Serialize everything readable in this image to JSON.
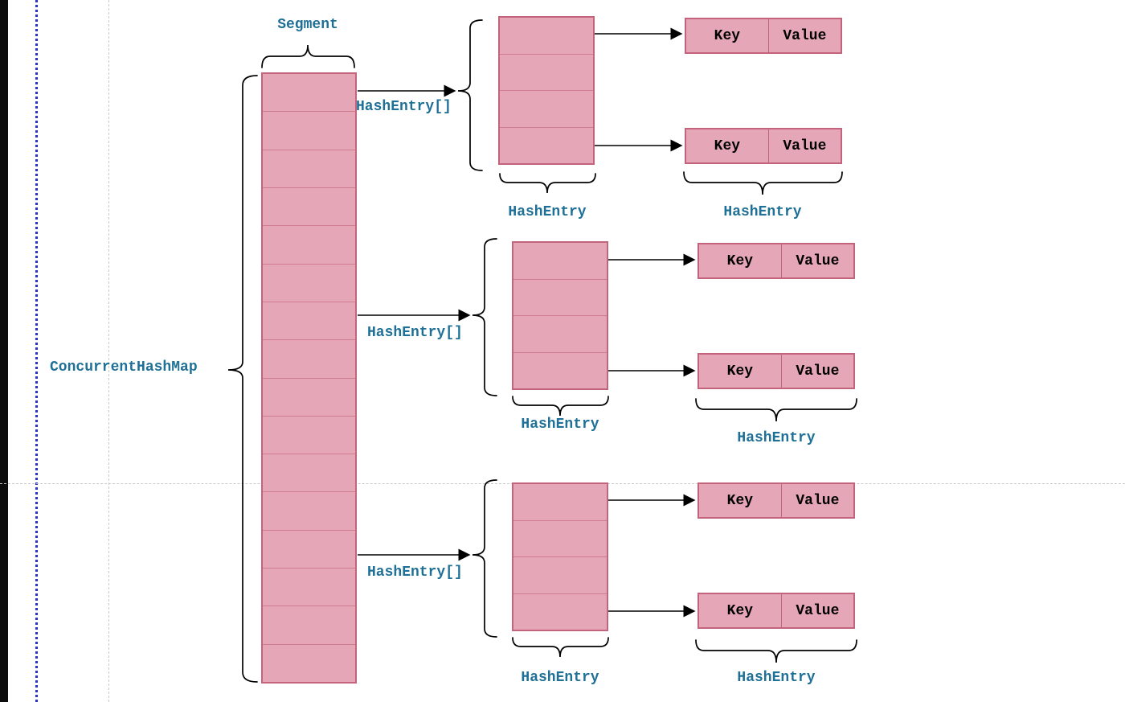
{
  "diagram": {
    "map_label": "ConcurrentHashMap",
    "segment_label": "Segment",
    "segment_cells": 16,
    "colors": {
      "cell_fill": "#e5a6b7",
      "cell_border": "#c4637c",
      "cell_divider": "#cf7b90",
      "label_text": "#1f7096",
      "kv_text": "#000000",
      "arrow": "#000000",
      "left_bar": "#0d0d0d",
      "guide_blue": "#2a32c8",
      "guide_gray": "#c9c9c9"
    },
    "groups": [
      {
        "array_label": "HashEntry[]",
        "array_cells": 4,
        "array_caption": "HashEntry",
        "kv_caption": "HashEntry",
        "entries": [
          {
            "key": "Key",
            "value": "Value"
          },
          {
            "key": "Key",
            "value": "Value"
          }
        ]
      },
      {
        "array_label": "HashEntry[]",
        "array_cells": 4,
        "array_caption": "HashEntry",
        "kv_caption": "HashEntry",
        "entries": [
          {
            "key": "Key",
            "value": "Value"
          },
          {
            "key": "Key",
            "value": "Value"
          }
        ]
      },
      {
        "array_label": "HashEntry[]",
        "array_cells": 4,
        "array_caption": "HashEntry",
        "kv_caption": "HashEntry",
        "entries": [
          {
            "key": "Key",
            "value": "Value"
          },
          {
            "key": "Key",
            "value": "Value"
          }
        ]
      }
    ]
  }
}
